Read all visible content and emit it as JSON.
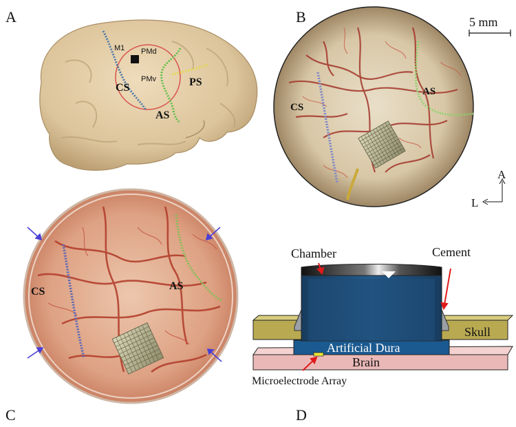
{
  "panels": {
    "a": {
      "letter": "A",
      "labels": {
        "m1": "M1",
        "pmd": "PMd",
        "pmv": "PMv",
        "cs": "CS",
        "as": "AS",
        "ps": "PS"
      }
    },
    "b": {
      "letter": "B",
      "scale_bar": "5 mm",
      "labels": {
        "cs": "CS",
        "as": "AS"
      },
      "orientation": {
        "anterior": "A",
        "lateral": "L"
      }
    },
    "c": {
      "letter": "C",
      "labels": {
        "cs": "CS",
        "as": "AS"
      }
    },
    "d": {
      "letter": "D",
      "labels": {
        "chamber": "Chamber",
        "cement": "Cement",
        "skull": "Skull",
        "artificial_dura": "Artificial Dura",
        "brain": "Brain",
        "microelectrode_array": "Microelectrode Array"
      }
    }
  },
  "colors": {
    "brain_model": "#e0c9a2",
    "central_sulcus": "#4a78a8",
    "arcuate_sulcus": "#5fbf4a",
    "principal_sulcus": "#e3d84a",
    "target_circle": "#d9534f",
    "chamber_blue": "#1f4e79",
    "skull": "#b9aa52",
    "brain_slab": "#eab9b7"
  }
}
